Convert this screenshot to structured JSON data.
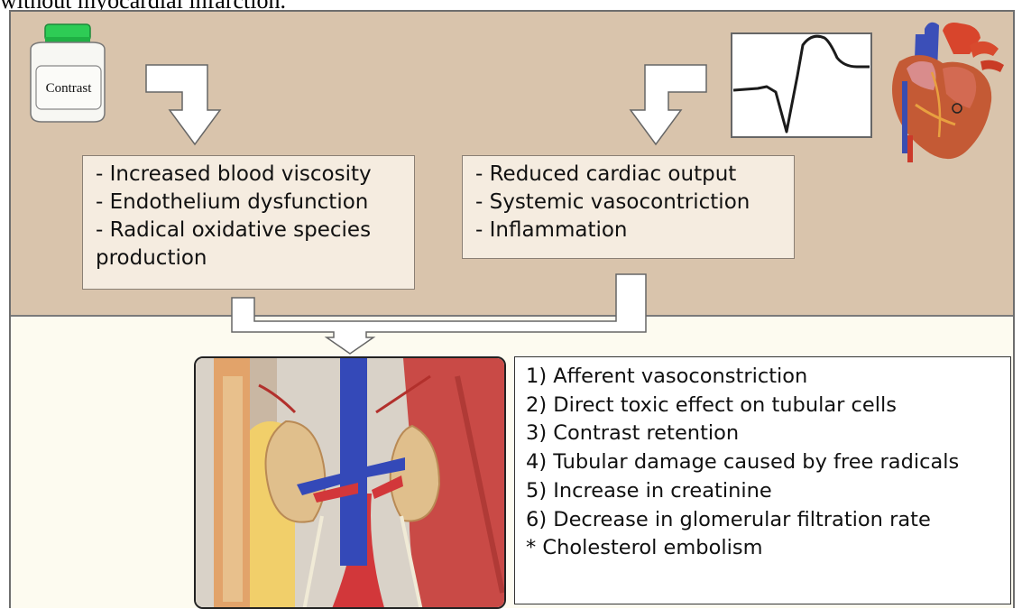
{
  "caption": "without myocardial infarction.",
  "contrast_bottle": {
    "label": "Contrast"
  },
  "left_box": {
    "lines": [
      "- Increased blood viscosity",
      "- Endothelium dysfunction",
      "- Radical oxidative species",
      "production"
    ]
  },
  "right_box": {
    "lines": [
      "- Reduced cardiac output",
      "- Systemic vasocontriction",
      "- Inflammation"
    ]
  },
  "effects_box": {
    "lines": [
      "1) Afferent vasoconstriction",
      "2) Direct toxic effect on tubular cells",
      "3) Contrast retention",
      "4) Tubular damage caused by free radicals",
      "5) Increase in creatinine",
      "6) Decrease in glomerular filtration rate",
      "*  Cholesterol embolism"
    ]
  },
  "colors": {
    "top_panel": "#d9c4ac",
    "bottom_panel": "#fdfbf0",
    "bottle_cap": "#2ecc55",
    "arrow_fill": "#ffffff",
    "ecg_trace": "#222222"
  },
  "icons": [
    "contrast-bottle-icon",
    "ecg-trace-icon",
    "heart-illustration",
    "kidney-illustration"
  ]
}
